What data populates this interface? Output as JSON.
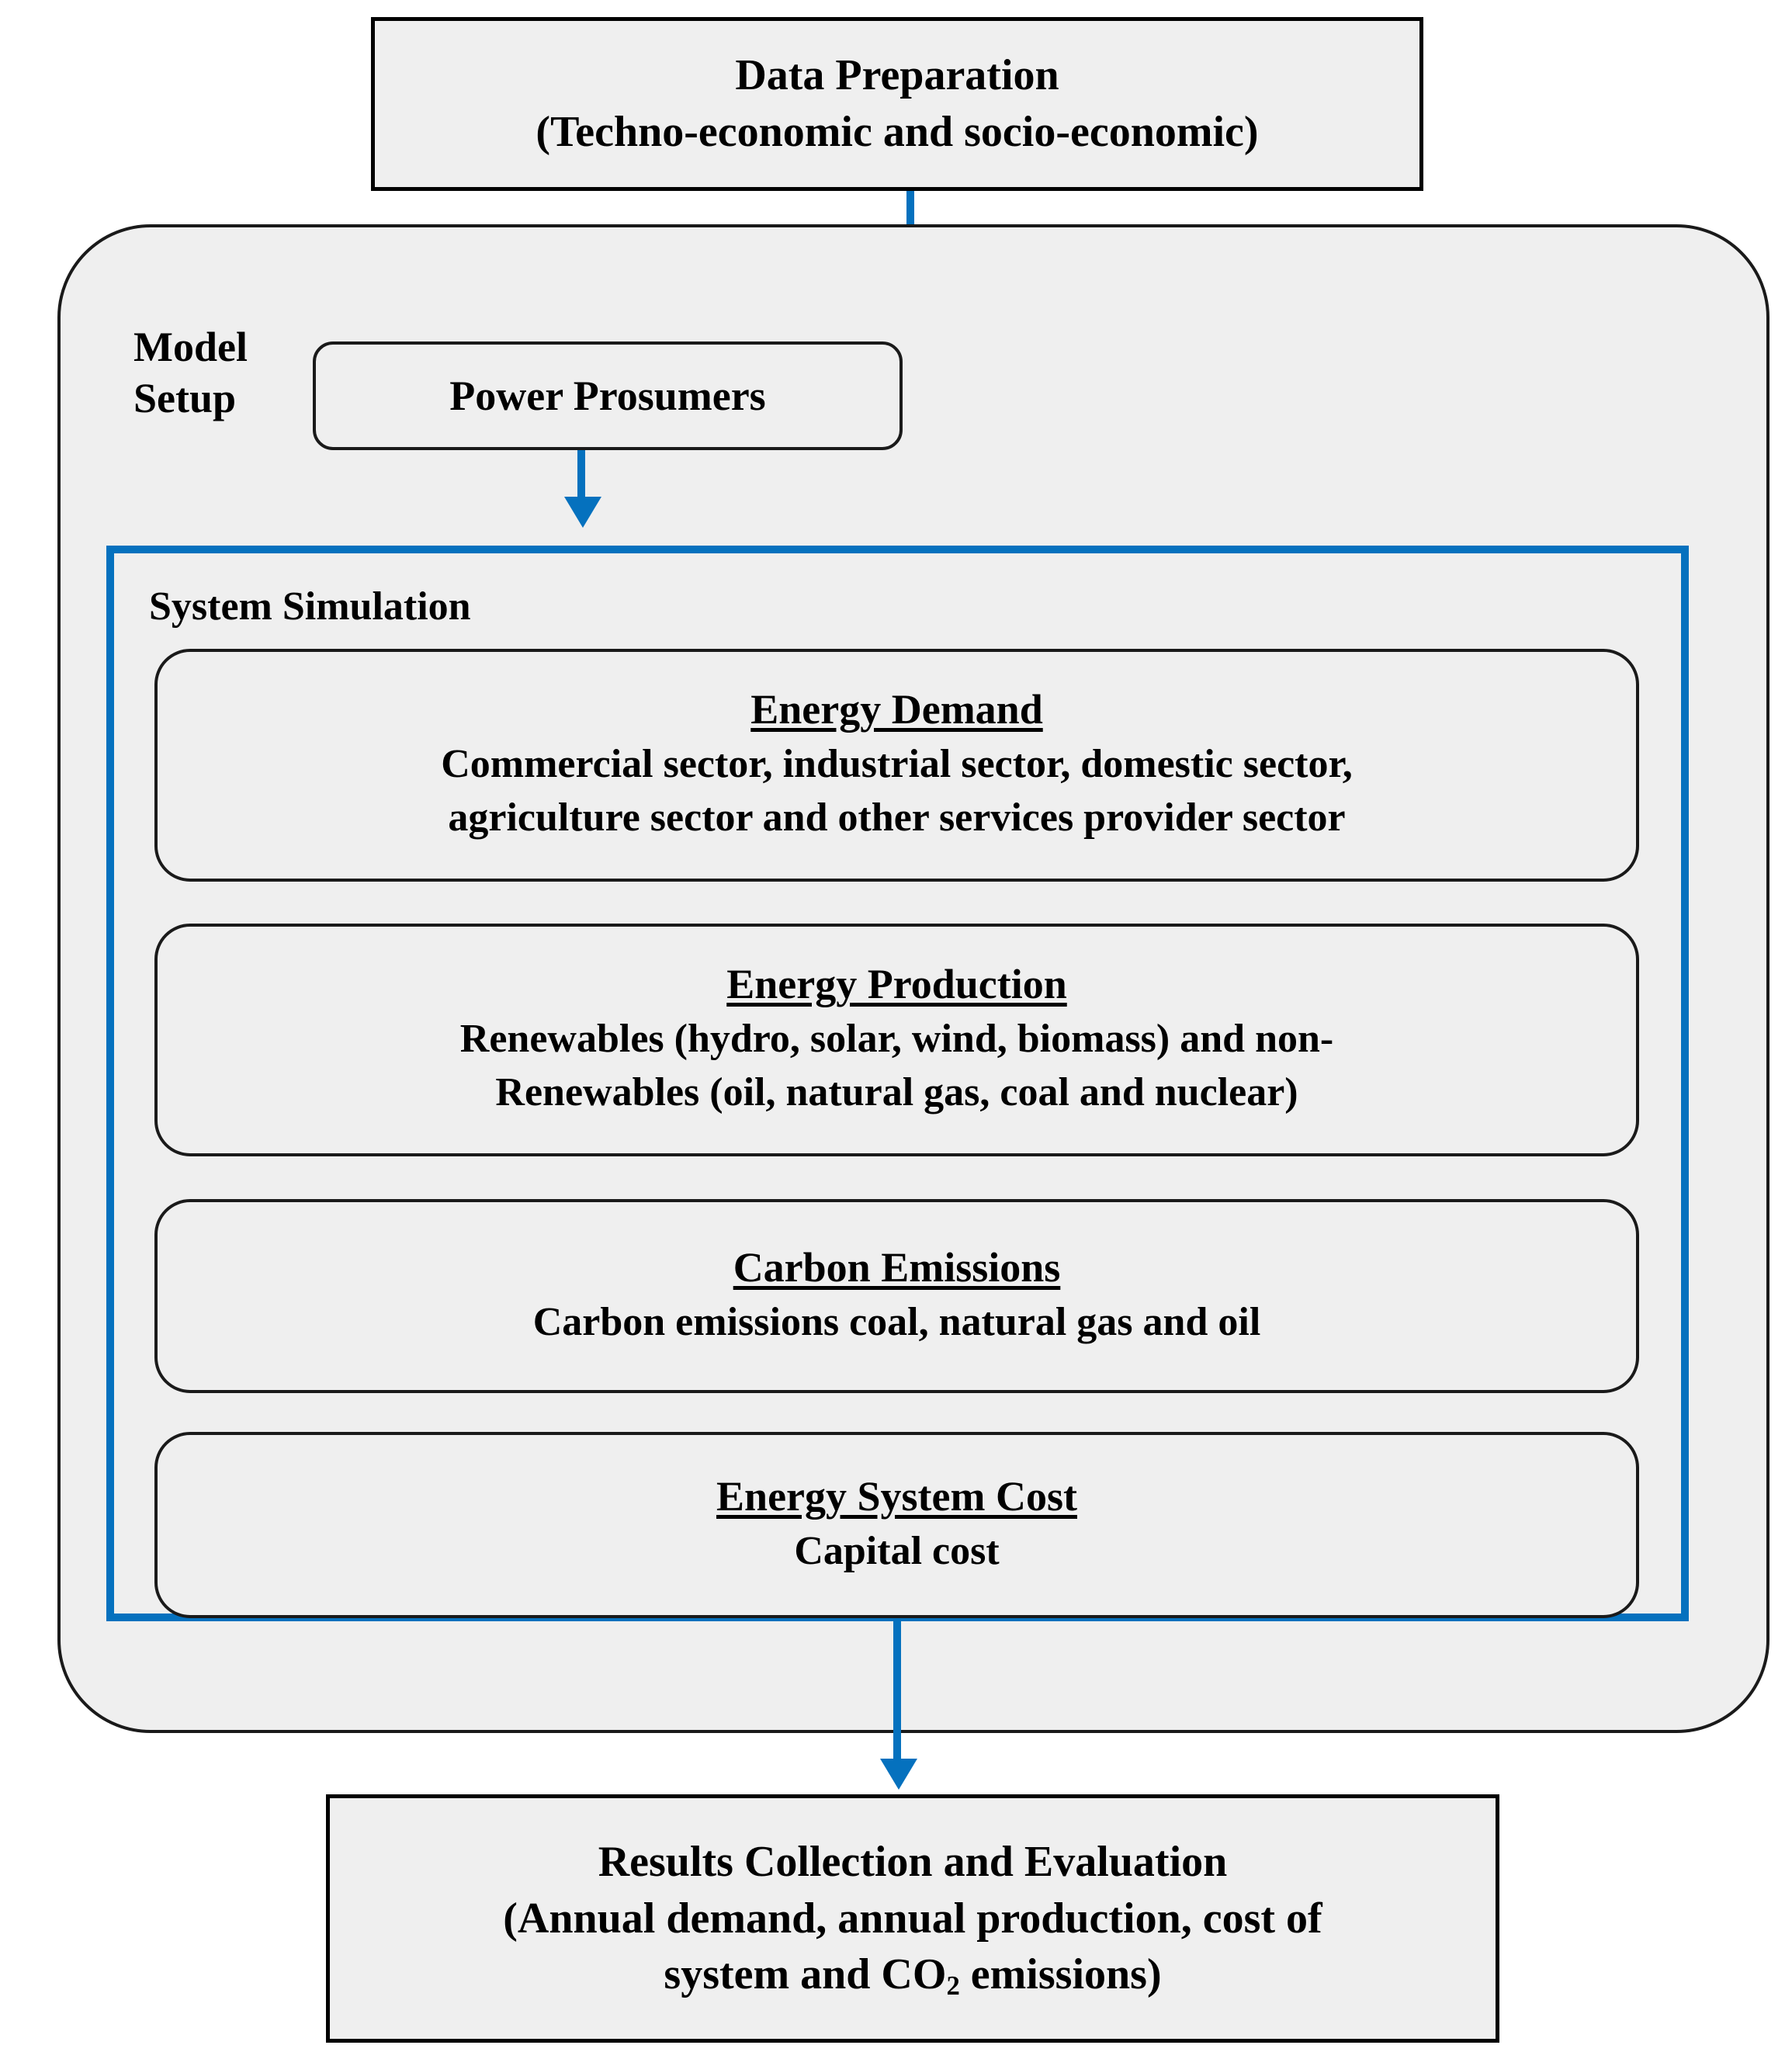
{
  "colors": {
    "connector_blue": "#0571be",
    "box_fill": "#efefef",
    "box_border": "#000000"
  },
  "data_preparation": {
    "title": "Data Preparation",
    "subtitle": "(Techno-economic and socio-economic)"
  },
  "model_setup": {
    "label_line1": "Model",
    "label_line2": "Setup",
    "power_prosumers": "Power Prosumers"
  },
  "system_simulation": {
    "label": "System Simulation",
    "boxes": [
      {
        "title": "Energy Demand",
        "description_line1": "Commercial sector, industrial sector, domestic sector,",
        "description_line2": "agriculture sector and other services provider sector"
      },
      {
        "title": "Energy Production",
        "description_line1": "Renewables (hydro, solar, wind, biomass) and non-",
        "description_line2": "Renewables (oil, natural gas, coal and nuclear)"
      },
      {
        "title": "Carbon Emissions",
        "description_line1": "Carbon emissions coal, natural gas and oil",
        "description_line2": ""
      },
      {
        "title": "Energy System Cost",
        "description_line1": "Capital cost",
        "description_line2": ""
      }
    ]
  },
  "results": {
    "title": "Results Collection and Evaluation",
    "subtitle_line1": "(Annual demand, annual production, cost of",
    "subtitle_line2_prefix": "system and CO",
    "subtitle_line2_sub": "2",
    "subtitle_line2_suffix": " emissions)"
  }
}
